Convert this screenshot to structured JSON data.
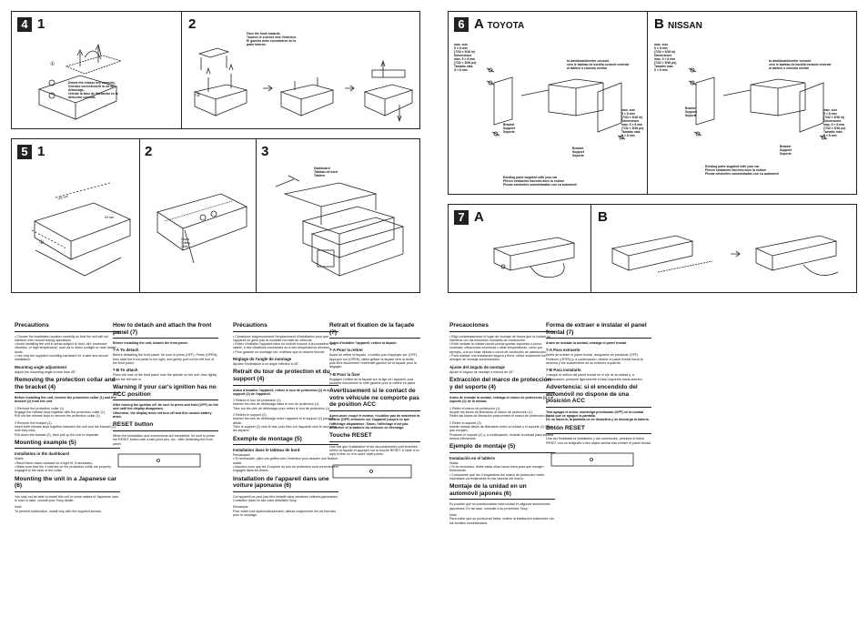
{
  "panel_4": {
    "badge": "4",
    "step1": "1",
    "step2": "2",
    "callout1": "Detent the release key correctly.\nOrientez correctement la clé de déblocage.\nOriente la llave de liberación en la dirección correcta.",
    "callout2": "Face the hook inwards.\nTournez le crochet vers l'intérieur.\nEl gancho debe encontrarse en la parte interior."
  },
  "panel_5": {
    "badge": "5",
    "step1": "1",
    "step2": "2",
    "step3": "3",
    "dim1": "182 mm",
    "dim2": "53 mm",
    "claws": "Claws\nGriffes\nUñas",
    "dashboard": "Dashboard\nTableau de bord\nTablero"
  },
  "panel_6": {
    "badge": "6",
    "label_a": "A",
    "brand_a": "TOYOTA",
    "label_b": "B",
    "brand_b": "NISSAN",
    "toyota_size1": "max. size\n5 × 8 mm\n(7/32 × 5/16 in)\nDimensions\nmax. 5 × 8 mm\n(7/32 × 5/16 po)\nTamaño máx.\n5 × 8 mm",
    "toyota_console": "to dashboard/center console\nvers le tableau de bord/la console centrale\nal tablero o consola central",
    "toyota_bracket": "Bracket\nSupport\nSoporte",
    "toyota_size2": "max. size\n5 × 8 mm\n(7/32 × 5/16 in)\nDimensions\nmax. 5 × 8 mm\n(7/32 × 5/16 po)\nTamaño máx.\n5 × 8 mm",
    "toyota_bracket2": "Bracket\nSupport\nSoporte",
    "toyota_existing": "Existing parts supplied with your car\nPièces existantes fournies avec la voiture\nPiezas existentes suministradas con su automóvil",
    "nissan_size1": "max. size\n5 × 8 mm\n(7/32 × 5/16 in)\nDimensions\nmax. 5 × 8 mm\n(7/32 × 5/16 po)\nTamaño máx.\n5 × 8 mm",
    "nissan_console": "to dashboard/center console\nvers le tableau de bord/la console centrale\nal tablero o consola central",
    "nissan_bracket": "Bracket\nSupport\nSoporte",
    "nissan_size2": "max. size\n5 × 8 mm\n(7/32 × 5/16 in)\nDimensions\nmax. 5 × 8 mm\n(7/32 × 5/16 po)\nTamaño máx.\n5 × 8 mm",
    "nissan_bracket2": "Bracket\nSupport\nSoporte",
    "nissan_existing": "Existing parts supplied with your car\nPièces existantes fournies avec la voiture\nPiezas existentes suministradas con su automóvil"
  },
  "panel_7": {
    "badge": "7",
    "label_a": "A",
    "label_b": "B"
  },
  "english": {
    "precautions_title": "Precautions",
    "precautions_body": "• Choose the installation location carefully so that the unit will not interfere with normal driving operations.\n• Avoid installing the unit in areas subject to dust, dirt, excessive vibration, or high temperature, such as in direct sunlight or near heater ducts.\n• Use only the supplied mounting hardware for a safe and secure installation.",
    "mounting_angle_title": "Mounting angle adjustment",
    "mounting_angle_body": "Adjust the mounting angle to less than 45°.",
    "removing_title": "Removing the protection collar and the bracket (4)",
    "removing_intro": "Before installing the unit, remove the protection collar (1) and the bracket (2) from the unit.",
    "removing_step1": "1  Remove the protection collar (1).\n   Engage the release keys together with the protection collar (1).\n   Pull out the release keys to remove the protection collar (1).",
    "removing_step2": "2  Remove the bracket (2).\n   Insert both release keys together between the unit and the bracket (2) until they click.\n   Pull down the bracket (2), then pull up the unit to separate.",
    "mounting_example_title": "Mounting example (5)",
    "mounting_example_sub": "Installation in the dashboard",
    "mounting_example_notes": "Notes\n• Bend these claws outward for a tight fit, if necessary.\n• Make sure that the 4 catches on the protection collar are properly engaged in the slots of the collar.",
    "japanese_title": "Mounting the unit in a Japanese car (6)",
    "japanese_body": "You may not be able to install this unit in some makes of Japanese cars. In such a case, consult your Sony dealer.",
    "japanese_note": "Note\nTo prevent malfunction, install only with the supplied screws.",
    "detach_title": "How to detach and attach the front panel (7)",
    "detach_intro": "Before installing the unit, detach the front panel.",
    "detach_a_title": "7-A To detach",
    "detach_a_body": "Before detaching the front panel, be sure to press (OFF). Press (OPEN), then slide the front panel to the right, and gently pull out the left end of the front panel.",
    "attach_b_title": "7-B To attach",
    "attach_b_body": "Place the hole of the front panel onto the spindle on the unit, then lightly push the left side in.",
    "warning_title": "Warning if your car's ignition has no ACC position",
    "warning_body": "After turning the ignition off, be sure to press and hold (OFF) on the unit until the display disappears.\nOtherwise, the display does not turn off and this causes battery drain.",
    "reset_title": "RESET button",
    "reset_body": "When the installation and connections are completed, be sure to press the RESET button with a ball-point pen, etc., after detaching the front panel."
  },
  "french": {
    "precautions_title": "Précautions",
    "precautions_body": "• Choisissez soigneusement l'emplacement d'installation pour que l'appareil ne gêne pas la conduite normale du véhicule.\n• Evitez d'installer l'appareil dans un endroit exposé à la poussière, à la saleté, à des vibrations excessives ou à des températures élevées.\n• Pour garantir un montage sûr, n'utilisez que la visserie fournie.",
    "angle_title": "Réglage de l'angle de montage",
    "angle_body": "Ajustez l'inclinaison à un angle inférieur à 45°.",
    "retrait_title": "Retrait du tour de protection et du support (4)",
    "retrait_intro": "Avant d'installer l'appareil, retirez le tour de protection (1) et le support (2) de l'appareil.",
    "retrait_step1": "1  Retirez le tour de protection (1).\n   Insérez les clés de déblocage dans le tour de protection (1).\n   Tirez sur les clés de déblocage pour retirer le tour de protection (1).",
    "retrait_step2": "2  Retirez le support (2).\n   Insérez les clés de déblocage entre l'appareil et le support (2) jusqu'au déclic.\n   Tirez le support (2) vers le bas, puis tirez sur l'appareil vers le haut pour les séparer.",
    "exemple_title": "Exemple de montage (5)",
    "exemple_sub": "Installation dans le tableau de bord",
    "exemple_notes": "Remarques\n• Si nécessaire, pliez ces griffes vers l'extérieur pour assurer une fixation solide.\n• Assurez-vous que les 4 loquets du tour de protection sont correctement engagés dans les fentes.",
    "japonaise_title": "Installation de l'appareil dans une voiture japonaise (6)",
    "japonaise_body": "Cet appareil ne peut pas être installé dans certaines voitures japonaises. Consultez dans ce cas votre détaillant Sony.",
    "japonaise_note": "Remarque\nPour éviter tout dysfonctionnement, utilisez uniquement les vis fournies pour le montage.",
    "facade_title": "Retrait et fixation de la façade (7)",
    "facade_intro": "Avant d'installer l'appareil, retirez la façade.",
    "facade_a_title": "7-A Pour la retirer",
    "facade_a_body": "Avant de retirer la façade, n'oubliez pas d'appuyer sur (OFF). Appuyez sur (OPEN), faites glisser la façade vers la droite, puis tirez doucement l'extrémité gauche de la façade pour la dégager.",
    "facade_b_title": "7-B Pour la fixer",
    "facade_b_body": "Engagez l'orifice de la façade sur la tige de l'appareil, puis poussez doucement le côté gauche pour le mettre en place.",
    "acc_title": "Avertissement si le contact de votre véhicule ne comporte pas de position ACC",
    "acc_body": "Après avoir coupé le moteur, n'oubliez pas de maintenir la touche (OFF) enfoncée sur l'appareil jusqu'à ce que l'affichage disparaisse. Sinon, l'affichage n'est pas désactivé et la batterie du véhicule se décharge.",
    "reset_title": "Touche RESET",
    "reset_body": "Une fois que l'installation et les raccordements sont terminés, retirez la façade et appuyez sur la touche RESET à l'aide d'un stylo à bille ou d'un autre objet pointu."
  },
  "spanish": {
    "precauciones_title": "Precauciones",
    "precauciones_body": "• Elija cuidadosamente el lugar de montaje de forma que la unidad no interfiera con las funciones normales de conducción.\n• Evite instalar la unidad donde pueda quedar expuesta a polvo, suciedad, vibraciones excesivas o altas temperaturas, como por ejemplo, a la luz solar directa o cerca de conductos de calefacción.\n• Para realizar una instalación segura y firme, utilice solamente los herrajes de montaje suministrados.",
    "ajuste_title": "Ajuste del ángulo de montaje",
    "ajuste_body": "Ajuste el ángulo de montaje a menos de 45°.",
    "extraccion_title": "Extracción del marco de protección y del soporte (4)",
    "extraccion_intro": "Antes de instalar la unidad, extraiga el marco de protección (1) y el soporte (2) de la misma.",
    "extraccion_step1": "1  Retire el marco de protección (1).\n   Acople las llaves de liberación al marco de protección (1).\n   Retire las llaves de liberación para extraer el marco de protección (1).",
    "extraccion_step2": "2  Retire el soporte (2).\n   Inserte ambas llaves de liberación entre la unidad y el soporte (2) hasta que encajen.\n   Presione el soporte (2) y, a continuación, levante la unidad para separar ambos elementos.",
    "ejemplo_title": "Ejemplo de montaje (5)",
    "ejemplo_sub": "Instalación en el tablero",
    "ejemplo_notes": "Notas\n• Si es necesario, doble estas uñas hacia fuera para que encajen firmemente.\n• Compruebe que los 4 enganches del marco de protección estén insertados correctamente en las ranuras del marco.",
    "japones_title": "Montaje de la unidad en un automóvil japonés (6)",
    "japones_body": "Es posible que no pueda instalar esta unidad en algunos automóviles japoneses. En tal caso, consulte a su proveedor Sony.",
    "japones_note": "Nota\nPara evitar que se produzcan fallos, realice la instalación solamente con los tornillos suministrados.",
    "panel_title": "Forma de extraer e instalar el panel frontal (7)",
    "panel_intro": "Antes de instalar la unidad, extraiga el panel frontal.",
    "panel_a_title": "7-A Para extraerlo",
    "panel_a_body": "Antes de extraer el panel frontal, asegúrese de presionar (OFF). Presione (OPEN) y, a continuación, deslice el panel frontal hacia la derecha y tire suavemente de su extremo izquierdo.",
    "panel_b_title": "7-B Para instalarlo",
    "panel_b_body": "Coloque el orificio del panel frontal en el eje de la unidad y, a continuación, presione ligeramente el lado izquierdo hacia adentro.",
    "acc_title": "Advertencia: si el encendido del automóvil no dispone de una posición ACC",
    "acc_body": "Tras apagar el motor, mantenga presionado (OFF) en la unidad hasta que se apague la pantalla.\nDe no hacerlo, la pantalla no se desactiva y se descarga la batería.",
    "reset_title": "Botón RESET",
    "reset_body": "Una vez finalizada la instalación y las conexiones, presione el botón RESET con un bolígrafo u otro objeto similar tras extraer el panel frontal."
  }
}
